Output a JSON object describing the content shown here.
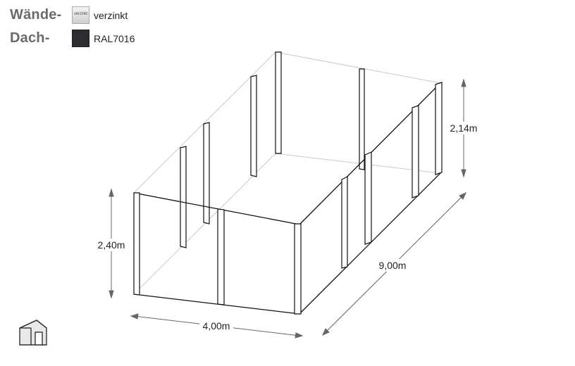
{
  "legend": [
    {
      "label": "Wände-",
      "swatch_text": "verzinkt",
      "value": "verzinkt",
      "color": "#d9d9d9"
    },
    {
      "label": "Dach-",
      "swatch_text": "",
      "value": "RAL7016",
      "color": "#2b2d30"
    }
  ],
  "dimensions": {
    "height_front": "2,40m",
    "height_back": "2,14m",
    "width": "4,00m",
    "length": "9,00m"
  },
  "icons": {
    "home": "house-icon"
  }
}
